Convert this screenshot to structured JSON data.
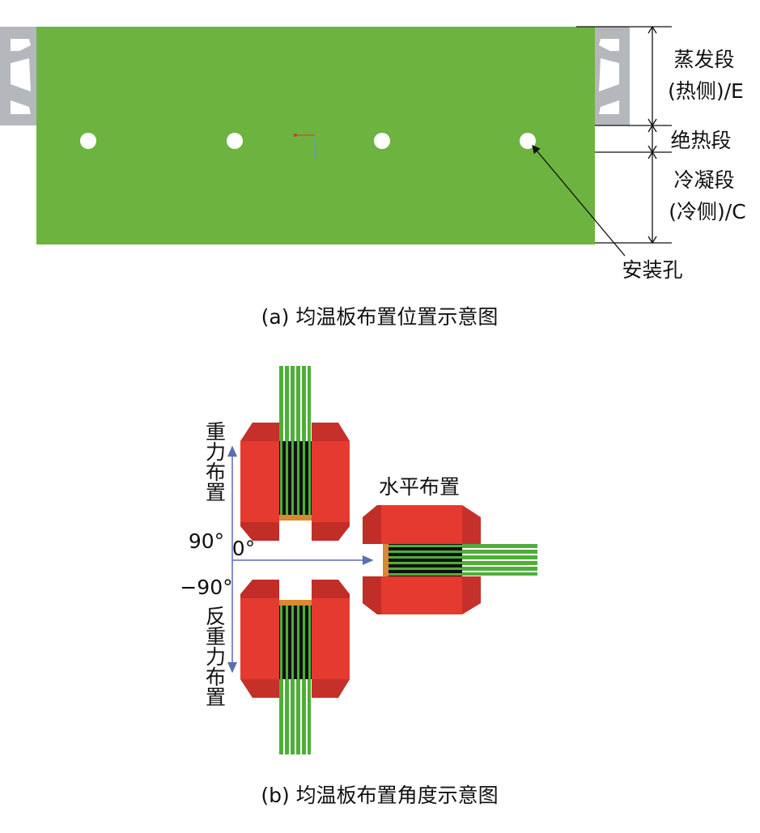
{
  "panel_a": {
    "caption": "(a) 均温板布置位置示意图",
    "evaporator_label_1": "蒸发段",
    "evaporator_label_2": "(热侧)/E",
    "adiabatic_label": "绝热段",
    "condenser_label_1": "冷凝段",
    "condenser_label_2": "(冷侧)/C",
    "mounting_hole_label": "安装孔",
    "colors": {
      "plate": "#6db33f",
      "bracket": "#b4b8bd"
    }
  },
  "panel_b": {
    "caption": "(b) 均温板布置角度示意图",
    "gravity_label": "重力布置",
    "anti_gravity_label": "反重力布置",
    "horizontal_label": "水平布置",
    "angle_90": "90°",
    "angle_0": "0°",
    "angle_neg90": "−90°",
    "colors": {
      "block": "#e53a30",
      "axis": "#5a6fb0",
      "fin": "#4fae3a"
    }
  }
}
